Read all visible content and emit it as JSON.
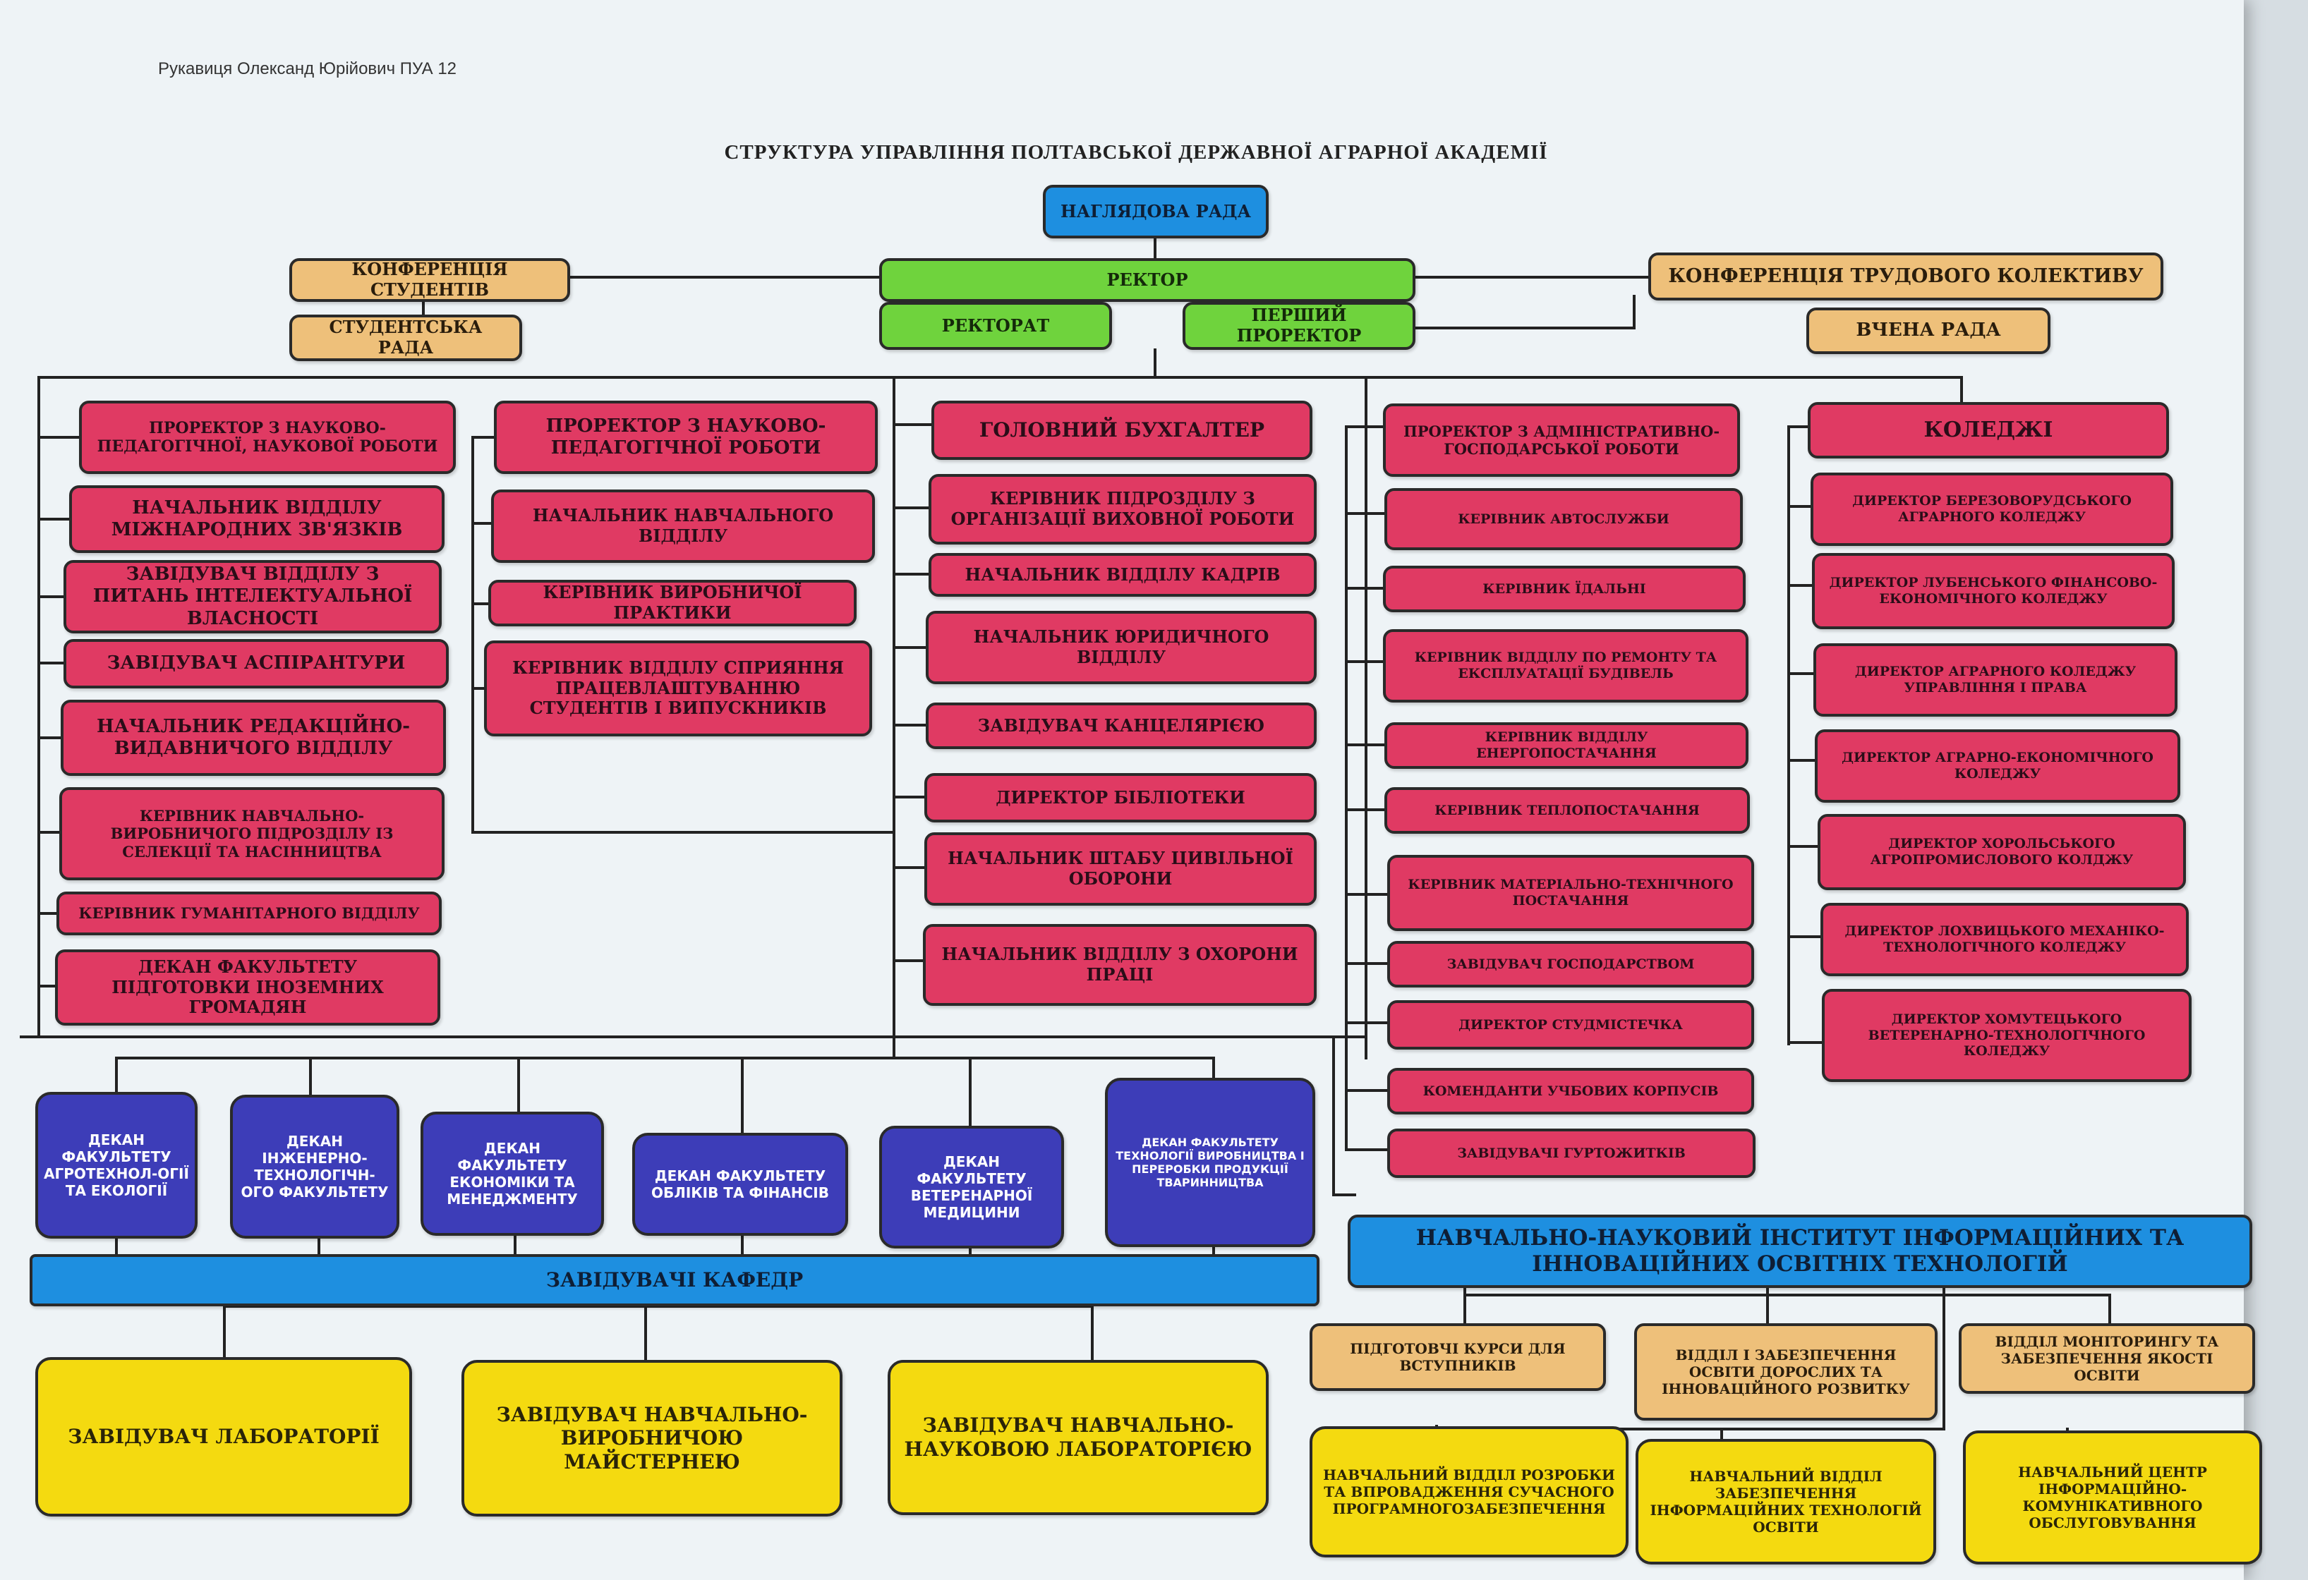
{
  "author": "Рукавиця Олександ Юрійович ПУА 12",
  "title": "СТРУКТУРА УПРАВЛІННЯ ПОЛТАВСЬКОЇ ДЕРЖАВНОЇ АГРАРНОЇ АКАДЕМІЇ",
  "top": {
    "supervisory": "НАГЛЯДОВА РАДА",
    "rector": "РЕКТОР",
    "rectorate": "РЕКТОРАТ",
    "first_prorector": "ПЕРШИЙ ПРОРЕКТОР",
    "student_conference": "КОНФЕРЕНЦІЯ СТУДЕНТІВ",
    "student_council": "СТУДЕНТСЬКА РАДА",
    "labor_conference": "КОНФЕРЕНЦІЯ ТРУДОВОГО КОЛЕКТИВУ",
    "academic_council": "ВЧЕНА РАДА"
  },
  "col1": [
    "ПРОРЕКТОР З НАУКОВО-ПЕДАГОГІЧНОЇ, НАУКОВОЇ РОБОТИ",
    "НАЧАЛЬНИК ВІДДІЛУ МІЖНАРОДНИХ ЗВ'ЯЗКІВ",
    "ЗАВІДУВАЧ ВІДДІЛУ З ПИТАНЬ ІНТЕЛЕКТУАЛЬНОЇ ВЛАСНОСТІ",
    "ЗАВІДУВАЧ АСПІРАНТУРИ",
    "НАЧАЛЬНИК РЕДАКЦІЙНО-ВИДАВНИЧОГО ВІДДІЛУ",
    "КЕРІВНИК НАВЧАЛЬНО-ВИРОБНИЧОГО ПІДРОЗДІЛУ ІЗ СЕЛЕКЦІЇ ТА НАСІННИЦТВА",
    "КЕРІВНИК ГУМАНІТАРНОГО ВІДДІЛУ",
    "ДЕКАН ФАКУЛЬТЕТУ ПІДГОТОВКИ ІНОЗЕМНИХ ГРОМАДЯН"
  ],
  "col2": [
    "ПРОРЕКТОР З НАУКОВО-ПЕДАГОГІЧНОЇ РОБОТИ",
    "НАЧАЛЬНИК НАВЧАЛЬНОГО ВІДДІЛУ",
    "КЕРІВНИК ВИРОБНИЧОЇ ПРАКТИКИ",
    "КЕРІВНИК ВІДДІЛУ СПРИЯННЯ ПРАЦЕВЛАШТУВАННЮ СТУДЕНТІВ І ВИПУСКНИКІВ"
  ],
  "col3": [
    "ГОЛОВНИЙ БУХГАЛТЕР",
    "КЕРІВНИК ПІДРОЗДІЛУ З ОРГАНІЗАЦІЇ ВИХОВНОЇ РОБОТИ",
    "НАЧАЛЬНИК ВІДДІЛУ КАДРІВ",
    "НАЧАЛЬНИК ЮРИДИЧНОГО ВІДДІЛУ",
    "ЗАВІДУВАЧ КАНЦЕЛЯРІЄЮ",
    "ДИРЕКТОР БІБЛІОТЕКИ",
    "НАЧАЛЬНИК ШТАБУ ЦИВІЛЬНОЇ ОБОРОНИ",
    "НАЧАЛЬНИК ВІДДІЛУ З ОХОРОНИ ПРАЦІ"
  ],
  "col4": [
    "ПРОРЕКТОР З АДМІНІСТРАТИВНО-ГОСПОДАРСЬКОЇ РОБОТИ",
    "КЕРІВНИК АВТОСЛУЖБИ",
    "КЕРІВНИК ЇДАЛЬНІ",
    "КЕРІВНИК ВІДДІЛУ ПО РЕМОНТУ ТА ЕКСПЛУАТАЦІЇ БУДІВЕЛЬ",
    "КЕРІВНИК ВІДДІЛУ ЕНЕРГОПОСТАЧАННЯ",
    "КЕРІВНИК ТЕПЛОПОСТАЧАННЯ",
    "КЕРІВНИК МАТЕРІАЛЬНО-ТЕХНІЧНОГО ПОСТАЧАННЯ",
    "ЗАВІДУВАЧ ГОСПОДАРСТВОМ",
    "ДИРЕКТОР СТУДМІСТЕЧКА",
    "КОМЕНДАНТИ УЧБОВИХ КОРПУСІВ",
    "ЗАВІДУВАЧІ ГУРТОЖИТКІВ"
  ],
  "col5": [
    "КОЛЕДЖІ",
    "ДИРЕКТОР БЕРЕЗОВОРУДСЬКОГО АГРАРНОГО КОЛЕДЖУ",
    "ДИРЕКТОР ЛУБЕНСЬКОГО ФІНАНСОВО-ЕКОНОМІЧНОГО КОЛЕДЖУ",
    "ДИРЕКТОР АГРАРНОГО КОЛЕДЖУ УПРАВЛІННЯ І ПРАВА",
    "ДИРЕКТОР АГРАРНО-ЕКОНОМІЧНОГО КОЛЕДЖУ",
    "ДИРЕКТОР ХОРОЛЬСЬКОГО АГРОПРОМИСЛОВОГО КОЛДЖУ",
    "ДИРЕКТОР ЛОХВИЦЬКОГО МЕХАНІКО-ТЕХНОЛОГІЧНОГО КОЛЕДЖУ",
    "ДИРЕКТОР ХОМУТЕЦЬКОГО ВЕТЕРЕНАРНО-ТЕХНОЛОГІЧНОГО КОЛЕДЖУ"
  ],
  "deans": [
    "ДЕКАН ФАКУЛЬТЕТУ АГРОТЕХНОЛ-ОГІЇ ТА ЕКОЛОГІЇ",
    "ДЕКАН ІНЖЕНЕРНО-ТЕХНОЛОГІЧН-ОГО ФАКУЛЬТЕТУ",
    "ДЕКАН ФАКУЛЬТЕТУ ЕКОНОМІКИ ТА МЕНЕДЖМЕНТУ",
    "ДЕКАН ФАКУЛЬТЕТУ ОБЛІКІВ ТА ФІНАНСІВ",
    "ДЕКАН ФАКУЛЬТЕТУ ВЕТЕРЕНАРНОЇ МЕДИЦИНИ",
    "ДЕКАН ФАКУЛЬТЕТУ ТЕХНОЛОГІЇ ВИРОБНИЦТВА І ПЕРЕРОБКИ ПРОДУКЦІЇ ТВАРИННИЦТВА"
  ],
  "departments_heads": "ЗАВІДУВАЧІ КАФЕДР",
  "labs": [
    "ЗАВІДУВАЧ ЛАБОРАТОРІЇ",
    "ЗАВІДУВАЧ НАВЧАЛЬНО-ВИРОБНИЧОЮ МАЙСТЕРНЕЮ",
    "ЗАВІДУВАЧ НАВЧАЛЬНО-НАУКОВОЮ ЛАБОРАТОРІЄЮ"
  ],
  "institute": {
    "name": "НАВЧАЛЬНО-НАУКОВИЙ ІНСТИТУТ ІНФОРМАЦІЙНИХ ТА ІННОВАЦІЙНИХ ОСВІТНІХ ТЕХНОЛОГІЙ",
    "units": [
      "ПІДГОТОВЧІ КУРСИ ДЛЯ ВСТУПНИКІВ",
      "ВІДДІЛ І ЗАБЕЗПЕЧЕННЯ ОСВІТИ ДОРОСЛИХ ТА ІННОВАЦІЙНОГО РОЗВИТКУ",
      "ВІДДІЛ МОНІТОРИНГУ ТА ЗАБЕЗПЕЧЕННЯ ЯКОСТІ ОСВІТИ"
    ],
    "subunits": [
      "НАВЧАЛЬНИЙ ВІДДІЛ РОЗРОБКИ ТА ВПРОВАДЖЕННЯ СУЧАСНОГО ПРОГРАМНОГОЗАБЕЗПЕЧЕННЯ",
      "НАВЧАЛЬНИЙ ВІДДІЛ ЗАБЕЗПЕЧЕННЯ ІНФОРМАЦІЙНИХ ТЕХНОЛОГІЙ ОСВІТИ",
      "НАВЧАЛЬНИЙ ЦЕНТР ІНФОРМАЦІЙНО-КОМУНІКАТИВНОГО ОБСЛУГОВУВАННЯ"
    ]
  },
  "colors": {
    "governance": "#1e8fe0",
    "rector": "#6fd33d",
    "councils": "#eec07a",
    "administration": "#e03a63",
    "deans": "#3d3db8",
    "labs": "#f4da10"
  }
}
